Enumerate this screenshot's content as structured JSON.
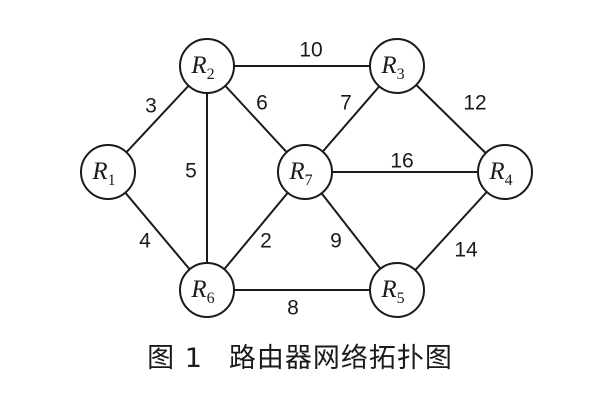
{
  "caption": {
    "figure_number": "图 1",
    "title": "路由器网络拓扑图"
  },
  "nodes": [
    {
      "id": "R1",
      "letter": "R",
      "subscript": "1"
    },
    {
      "id": "R2",
      "letter": "R",
      "subscript": "2"
    },
    {
      "id": "R3",
      "letter": "R",
      "subscript": "3"
    },
    {
      "id": "R4",
      "letter": "R",
      "subscript": "4"
    },
    {
      "id": "R5",
      "letter": "R",
      "subscript": "5"
    },
    {
      "id": "R6",
      "letter": "R",
      "subscript": "6"
    },
    {
      "id": "R7",
      "letter": "R",
      "subscript": "7"
    }
  ],
  "edges": [
    {
      "from": "R2",
      "to": "R3",
      "weight": "10"
    },
    {
      "from": "R1",
      "to": "R2",
      "weight": "3"
    },
    {
      "from": "R2",
      "to": "R7",
      "weight": "6"
    },
    {
      "from": "R3",
      "to": "R7",
      "weight": "7"
    },
    {
      "from": "R3",
      "to": "R4",
      "weight": "12"
    },
    {
      "from": "R2",
      "to": "R6",
      "weight": "5"
    },
    {
      "from": "R7",
      "to": "R4",
      "weight": "16"
    },
    {
      "from": "R1",
      "to": "R6",
      "weight": "4"
    },
    {
      "from": "R7",
      "to": "R6",
      "weight": "2"
    },
    {
      "from": "R7",
      "to": "R5",
      "weight": "9"
    },
    {
      "from": "R5",
      "to": "R4",
      "weight": "14"
    },
    {
      "from": "R6",
      "to": "R5",
      "weight": "8"
    }
  ]
}
